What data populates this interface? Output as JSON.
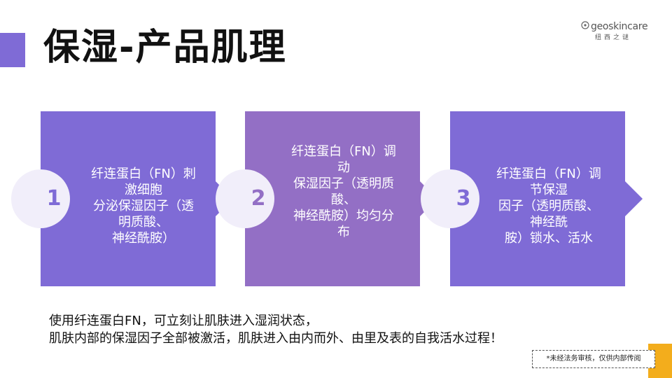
{
  "title": "保湿-产品肌理",
  "logo": {
    "wordmark": "geoskincare",
    "subtitle": "纽西之谜",
    "icon": "molecule-icon"
  },
  "colors": {
    "accent": "#7f6bd6",
    "card_primary": "#7f6bd6",
    "card_secondary": "#936fc5",
    "orange": "#f3ad1c",
    "circle": "#f1eefa"
  },
  "steps": [
    {
      "number": "1",
      "lines": [
        "纤连蛋白（FN）刺",
        "激细胞",
        "分泌保湿因子（透",
        "明质酸、",
        "神经酰胺）"
      ]
    },
    {
      "number": "2",
      "lines": [
        "纤连蛋白（FN）调",
        "动",
        "保湿因子（透明质",
        "酸、",
        "神经酰胺）均匀分",
        "布"
      ]
    },
    {
      "number": "3",
      "lines": [
        "纤连蛋白（FN）调",
        "节保湿",
        "因子（透明质酸、",
        "神经酰",
        "胺）锁水、活水"
      ]
    }
  ],
  "summary": [
    "使用纤连蛋白FN，可立刻让肌肤进入湿润状态，",
    "肌肤内部的保湿因子全部被激活，肌肤进入由内而外、由里及表的自我活水过程！"
  ],
  "notice": "*未经法务审核，仅供内部传阅"
}
